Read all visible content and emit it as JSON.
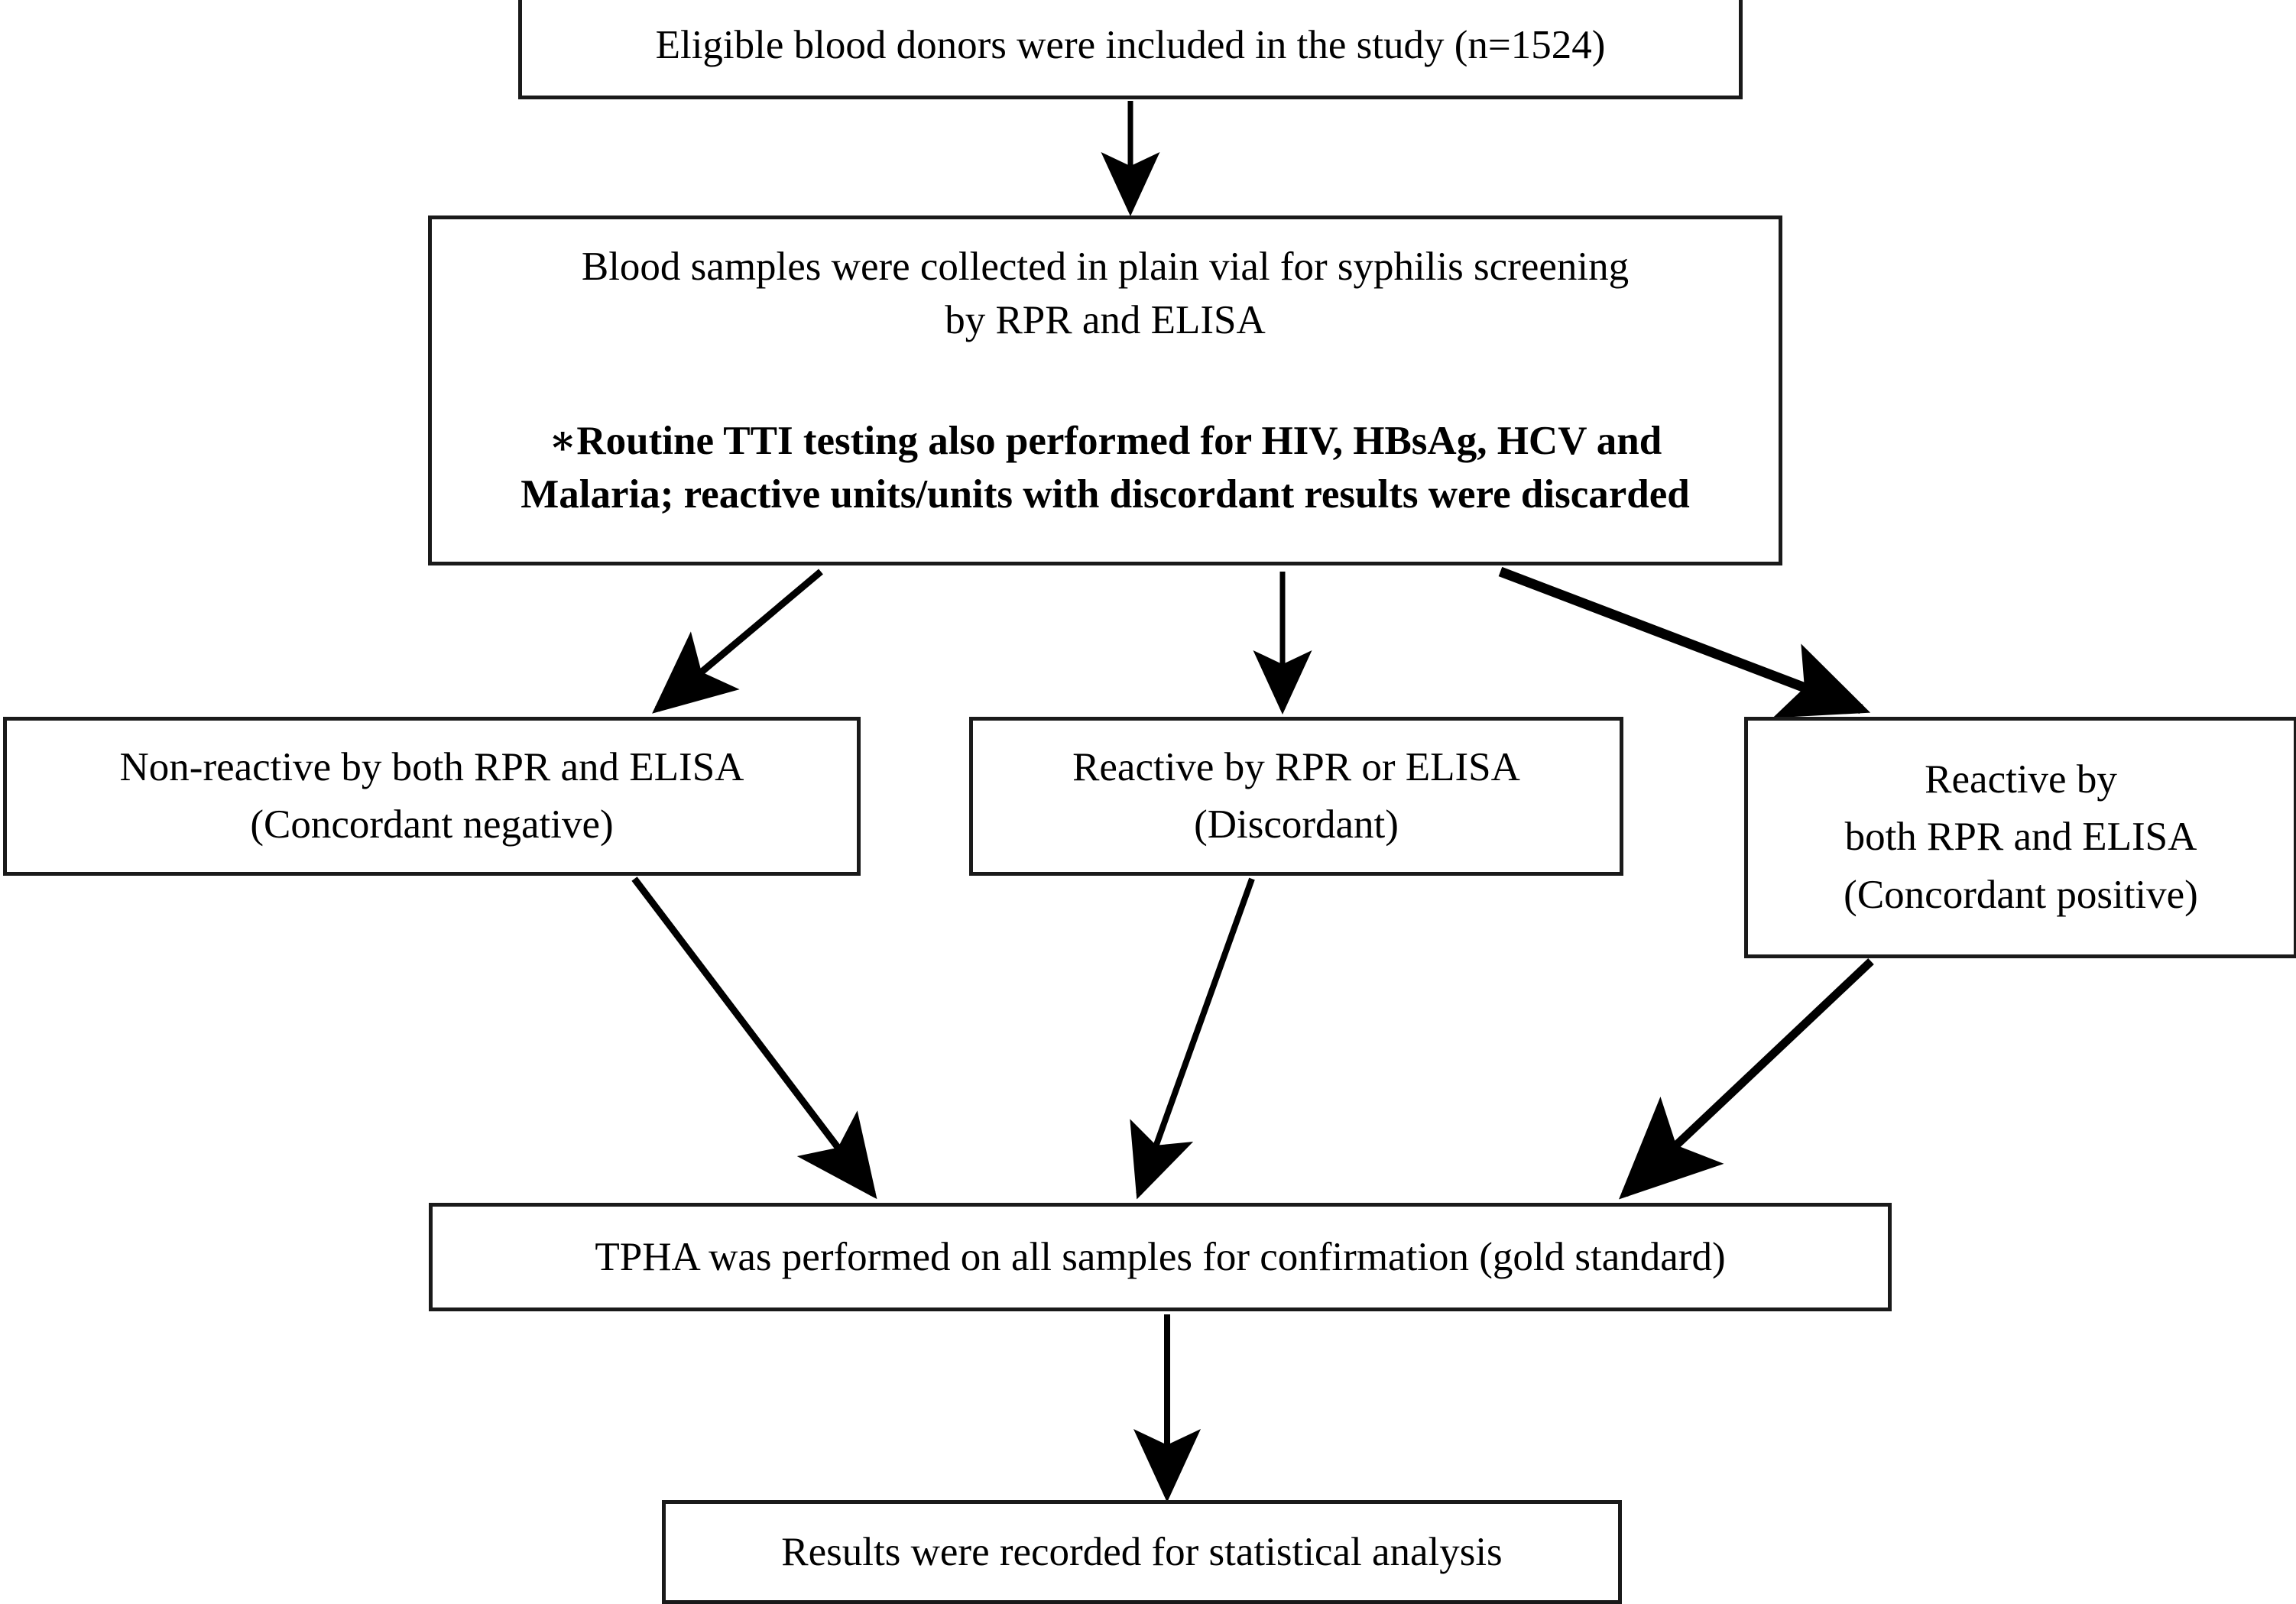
{
  "diagram": {
    "type": "flowchart",
    "title": "Blood donor syphilis screening study flow",
    "colors": {
      "box_border": "#1a1a1a",
      "box_fill": "#ffffff",
      "arrow": "#000000",
      "text": "#000000"
    },
    "nodes": [
      {
        "id": "eligible-donors",
        "lines": [
          "Eligible blood donors were included in the study (n=1524)"
        ],
        "bold_lines": []
      },
      {
        "id": "sample-collection",
        "lines": [
          "Blood samples were collected in plain vial for syphilis screening",
          "by RPR and ELISA"
        ],
        "bold_lines": [
          "*Routine TTI testing also performed for HIV, HBsAg, HCV and",
          "Malaria; reactive units/units with discordant results were discarded"
        ]
      },
      {
        "id": "nonreactive",
        "lines": [
          "Non-reactive by both RPR and ELISA",
          "(Concordant negative)"
        ],
        "bold_lines": []
      },
      {
        "id": "discordant",
        "lines": [
          "Reactive by RPR or ELISA",
          "(Discordant)"
        ],
        "bold_lines": []
      },
      {
        "id": "concordant-positive",
        "lines": [
          "Reactive by",
          "both RPR and ELISA",
          "(Concordant positive)"
        ],
        "bold_lines": []
      },
      {
        "id": "tpha-confirmation",
        "lines": [
          "TPHA was performed on all samples for confirmation (gold standard)"
        ],
        "bold_lines": []
      },
      {
        "id": "results-recorded",
        "lines": [
          "Results were recorded for statistical analysis"
        ],
        "bold_lines": []
      }
    ],
    "edges": [
      {
        "from": "eligible-donors",
        "to": "sample-collection",
        "style": "straight-down"
      },
      {
        "from": "sample-collection",
        "to": "nonreactive",
        "style": "diagonal-left"
      },
      {
        "from": "sample-collection",
        "to": "discordant",
        "style": "straight-down"
      },
      {
        "from": "sample-collection",
        "to": "concordant-positive",
        "style": "diagonal-right"
      },
      {
        "from": "nonreactive",
        "to": "tpha-confirmation",
        "style": "diagonal-right"
      },
      {
        "from": "discordant",
        "to": "tpha-confirmation",
        "style": "diagonal-right"
      },
      {
        "from": "concordant-positive",
        "to": "tpha-confirmation",
        "style": "diagonal-left"
      },
      {
        "from": "tpha-confirmation",
        "to": "results-recorded",
        "style": "straight-down"
      }
    ]
  },
  "boxes": {
    "eligible_donors": {
      "line1": "Eligible blood donors were included in the study (n=1524)"
    },
    "sample_collection": {
      "line1": "Blood samples were collected in plain vial for syphilis screening",
      "line2": "by RPR and ELISA",
      "note_line1": "∗Routine TTI testing also performed for HIV, HBsAg, HCV and",
      "note_line2": "Malaria; reactive units/units with discordant results were discarded"
    },
    "nonreactive": {
      "line1": "Non-reactive by both RPR and ELISA",
      "line2": "(Concordant negative)"
    },
    "discordant": {
      "line1": "Reactive by RPR or ELISA",
      "line2": "(Discordant)"
    },
    "concordant_positive": {
      "line1": "Reactive by",
      "line2": "both RPR and ELISA",
      "line3": "(Concordant positive)"
    },
    "tpha_confirmation": {
      "line1": "TPHA was performed on all samples for confirmation (gold standard)"
    },
    "results_recorded": {
      "line1": "Results were recorded for statistical analysis"
    }
  }
}
